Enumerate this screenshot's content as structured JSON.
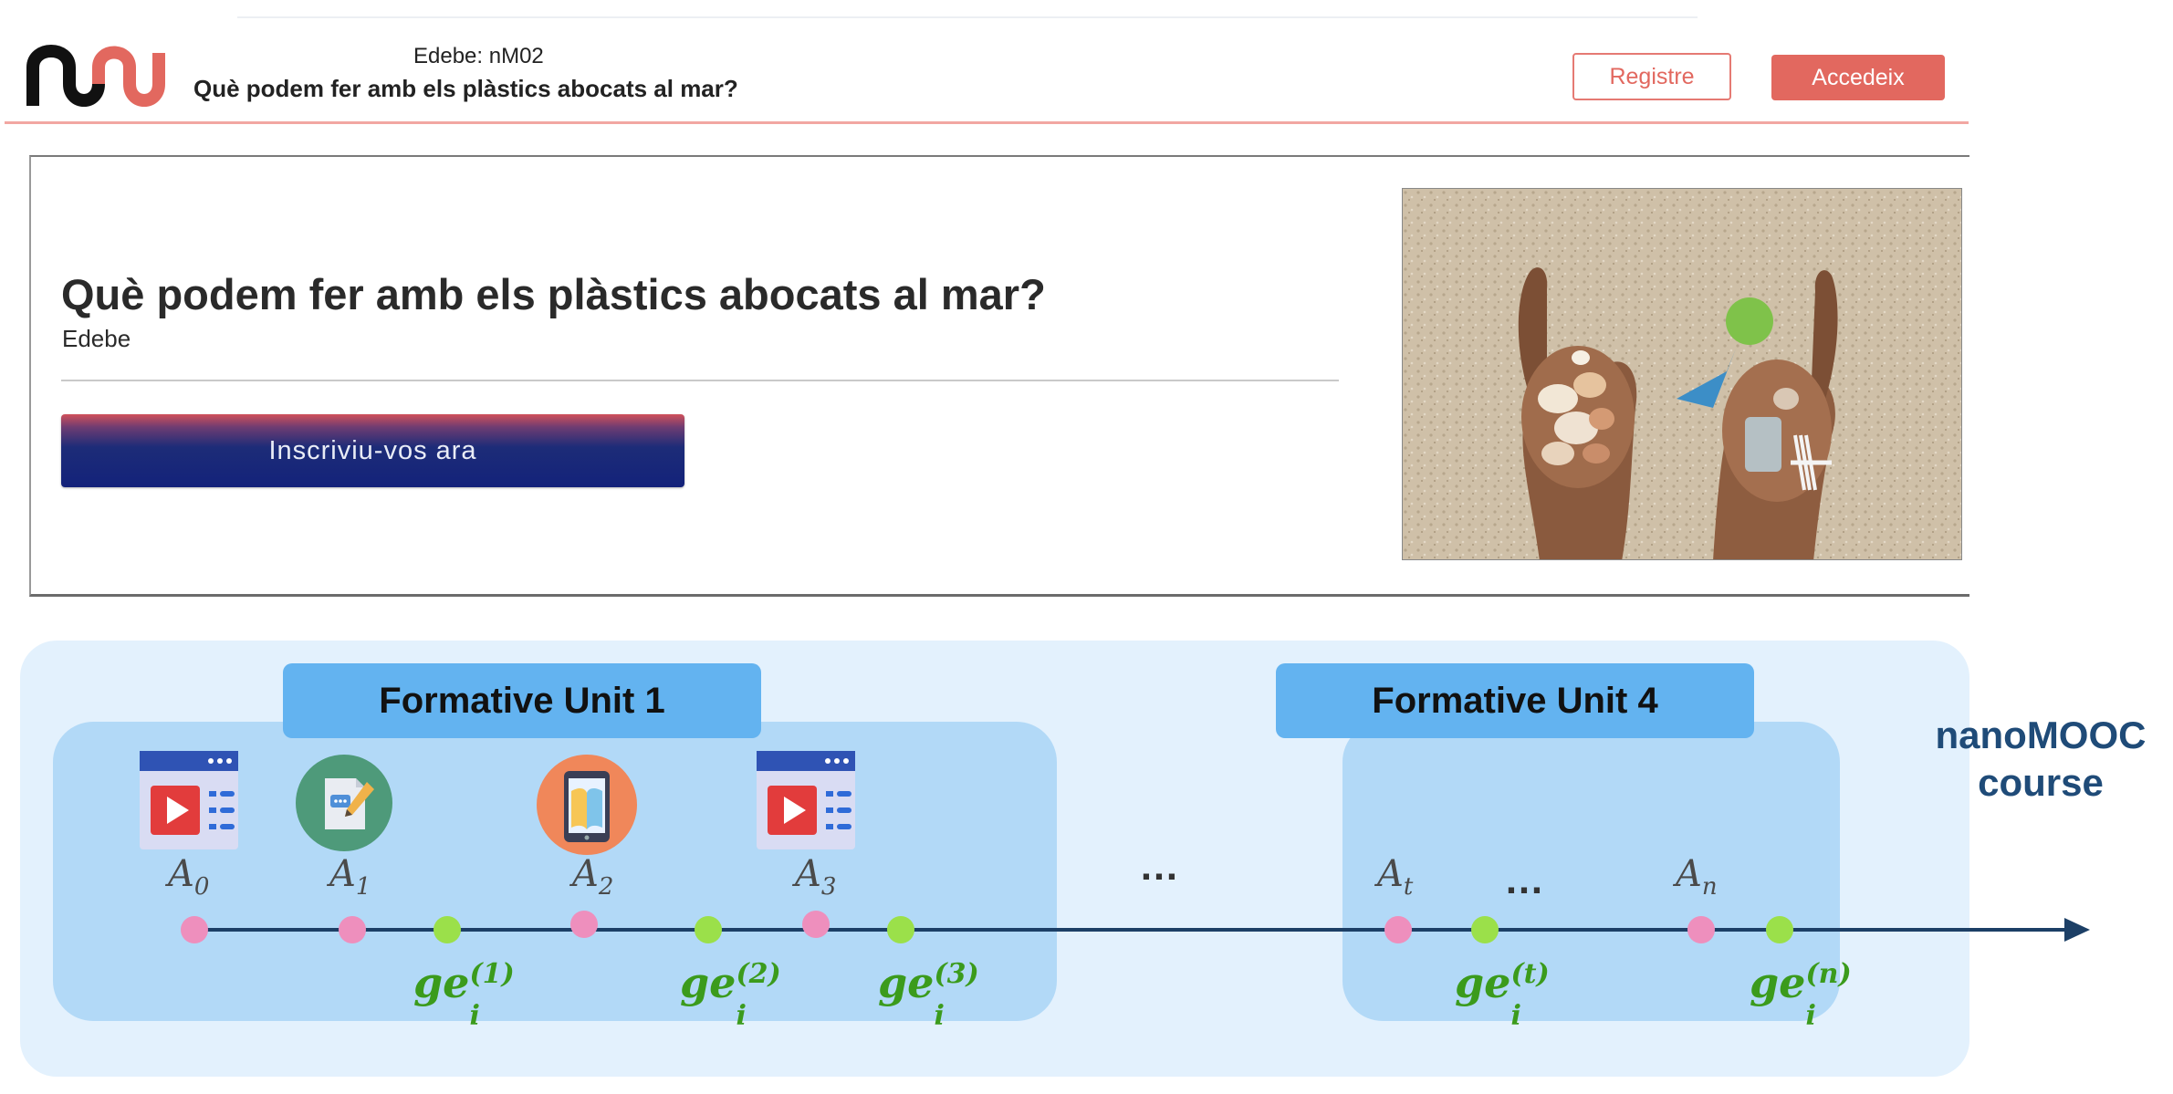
{
  "header": {
    "breadcrumb": "Edebe: nM02",
    "subtitle": "Què podem fer amb els plàstics abocats al mar?",
    "register_label": "Registre",
    "login_label": "Accedeix"
  },
  "course": {
    "title": "Què podem fer amb els plàstics abocats al mar?",
    "author": "Edebe",
    "enrol_label": "Inscriviu-vos ara",
    "image_icon": "hands-with-shells-and-plastic-photo"
  },
  "diagram": {
    "units": [
      {
        "label": "Formative Unit 1"
      },
      {
        "label": "Formative Unit 4"
      }
    ],
    "course_label_line1": "nanoMOOC",
    "course_label_line2": "course",
    "ellipsis": "…",
    "activities": [
      {
        "base": "A",
        "index": "0",
        "icon": "video-player-icon"
      },
      {
        "base": "A",
        "index": "1",
        "icon": "document-edit-icon"
      },
      {
        "base": "A",
        "index": "2",
        "icon": "tablet-book-icon"
      },
      {
        "base": "A",
        "index": "3",
        "icon": "video-player-icon"
      },
      {
        "base": "A",
        "index": "t"
      },
      {
        "base": "A",
        "index": "n"
      }
    ],
    "grade_estimates": [
      {
        "base": "ge",
        "sub": "i",
        "sup": "(1)"
      },
      {
        "base": "ge",
        "sub": "i",
        "sup": "(2)"
      },
      {
        "base": "ge",
        "sub": "i",
        "sup": "(3)"
      },
      {
        "base": "ge",
        "sub": "i",
        "sup": "(t)"
      },
      {
        "base": "ge",
        "sub": "i",
        "sup": "(n)"
      }
    ],
    "colors": {
      "activity_dot": "#ee8fbd",
      "grade_dot": "#9be04a",
      "timeline": "#1c3f66",
      "unit_tab": "#63b3f0",
      "unit_box": "#b2d9f7",
      "panel": "#e3f1fd"
    }
  }
}
